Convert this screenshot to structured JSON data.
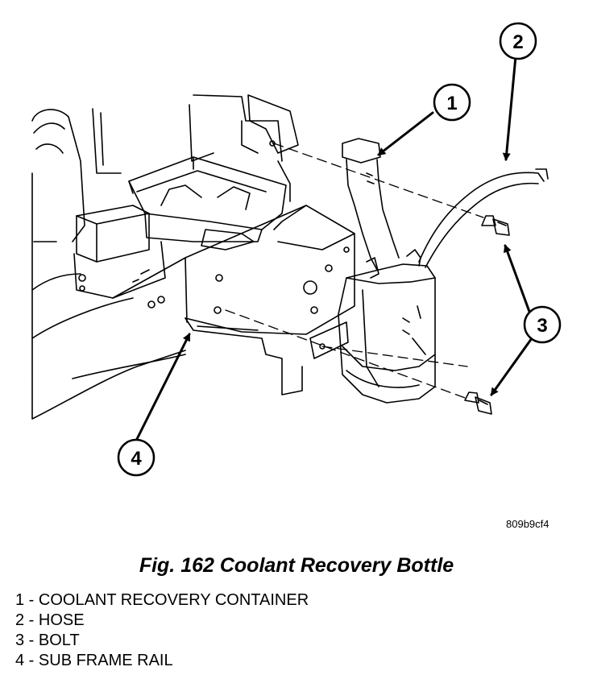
{
  "figure": {
    "image_code": "809b9cf4",
    "caption": "Fig. 162 Coolant Recovery Bottle"
  },
  "callouts": [
    {
      "number": "1"
    },
    {
      "number": "2"
    },
    {
      "number": "3"
    },
    {
      "number": "4"
    }
  ],
  "legend": [
    {
      "number": "1",
      "label": "COOLANT RECOVERY CONTAINER"
    },
    {
      "number": "2",
      "label": "HOSE"
    },
    {
      "number": "3",
      "label": "BOLT"
    },
    {
      "number": "4",
      "label": "SUB FRAME RAIL"
    }
  ]
}
